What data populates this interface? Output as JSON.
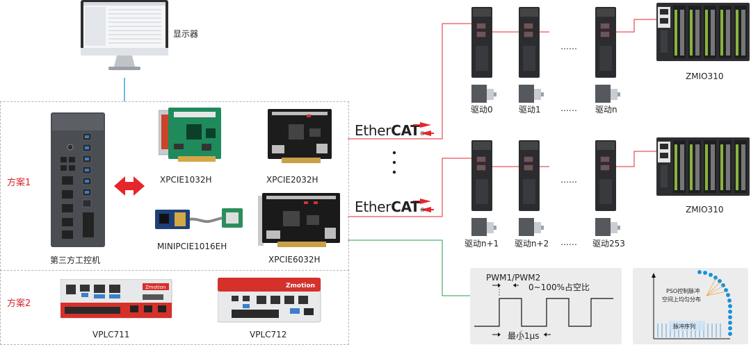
{
  "monitor": {
    "label": "显示器"
  },
  "scheme1": {
    "label": "方案1"
  },
  "scheme2": {
    "label": "方案2"
  },
  "ipc": {
    "label": "第三方工控机"
  },
  "cards": [
    {
      "id": "xpcie1032h",
      "label": "XPCIE1032H"
    },
    {
      "id": "xpcie2032h",
      "label": "XPCIE2032H"
    },
    {
      "id": "minipcie1016eh",
      "label": "MINIPCIE1016EH"
    },
    {
      "id": "xpcie6032h",
      "label": "XPCIE6032H"
    }
  ],
  "vplc": [
    {
      "id": "vplc711",
      "label": "VPLC711",
      "brand": "Zmotion"
    },
    {
      "id": "vplc712",
      "label": "VPLC712",
      "brand": "Zmotion"
    }
  ],
  "ethercat": {
    "prefix": "Ether",
    "suffix": "CAT",
    "mark": "®"
  },
  "bus1": {
    "drives": [
      "驱动0",
      "驱动1",
      "驱动n"
    ],
    "dots": "……",
    "io_label": "ZMIO310"
  },
  "bus2": {
    "drives": [
      "驱动n+1",
      "驱动n+2",
      "驱动253"
    ],
    "dots": "……",
    "io_label": "ZMIO310"
  },
  "vertical_dots": "⋮",
  "pwm_panel": {
    "title": "PWM1/PWM2",
    "duty": "0~100%占空比",
    "min_pulse": "最小1μs"
  },
  "pso_panel": {
    "label_line1": "PSO控制脉冲",
    "label_line2": "空间上均匀分布",
    "pulse_label": "脉冲序列"
  },
  "colors": {
    "ethercat_red": "#e5262c",
    "scheme_red": "#d8242a",
    "monitor_blue": "#3aa0d6",
    "pwm_green": "#1f9c4a",
    "pso_blue": "#1b8fd6",
    "panel_gray": "#ececec"
  }
}
